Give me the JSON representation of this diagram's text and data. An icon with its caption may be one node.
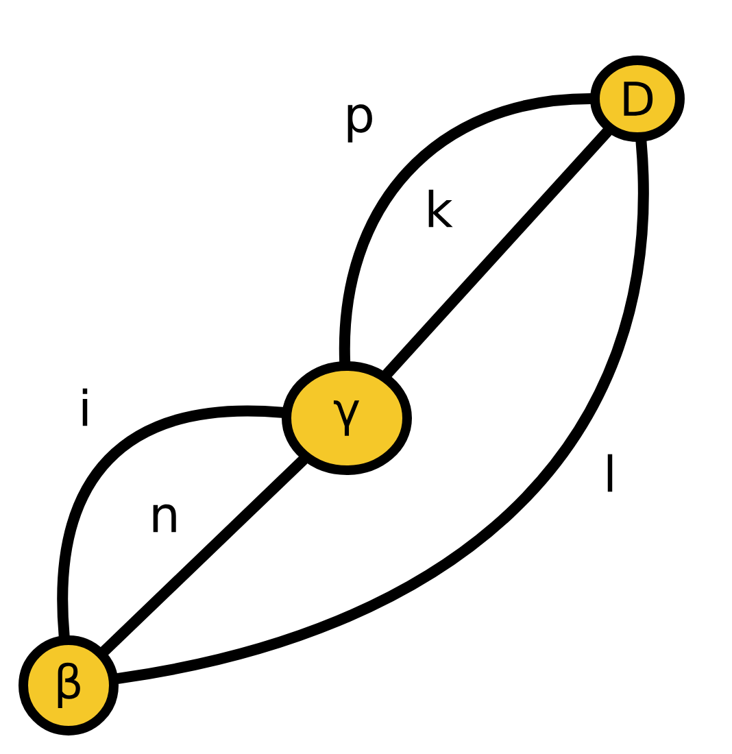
{
  "diagram": {
    "nodes": [
      {
        "text": [
          "D"
        ]
      },
      {
        "text": [
          "γ"
        ]
      },
      {
        "text": [
          "β"
        ]
      }
    ],
    "edges": [
      {
        "from": 2,
        "to": 1,
        "arrow": "none",
        "label": "i"
      },
      {
        "from": 2,
        "to": 1,
        "arrow": "none",
        "label": "n"
      },
      {
        "from": 1,
        "to": 0,
        "arrow": "none",
        "label": "p"
      },
      {
        "from": 1,
        "to": 0,
        "arrow": "none",
        "label": "k"
      },
      {
        "from": 2,
        "to": 0,
        "arrow": "none",
        "label": "l"
      }
    ]
  }
}
